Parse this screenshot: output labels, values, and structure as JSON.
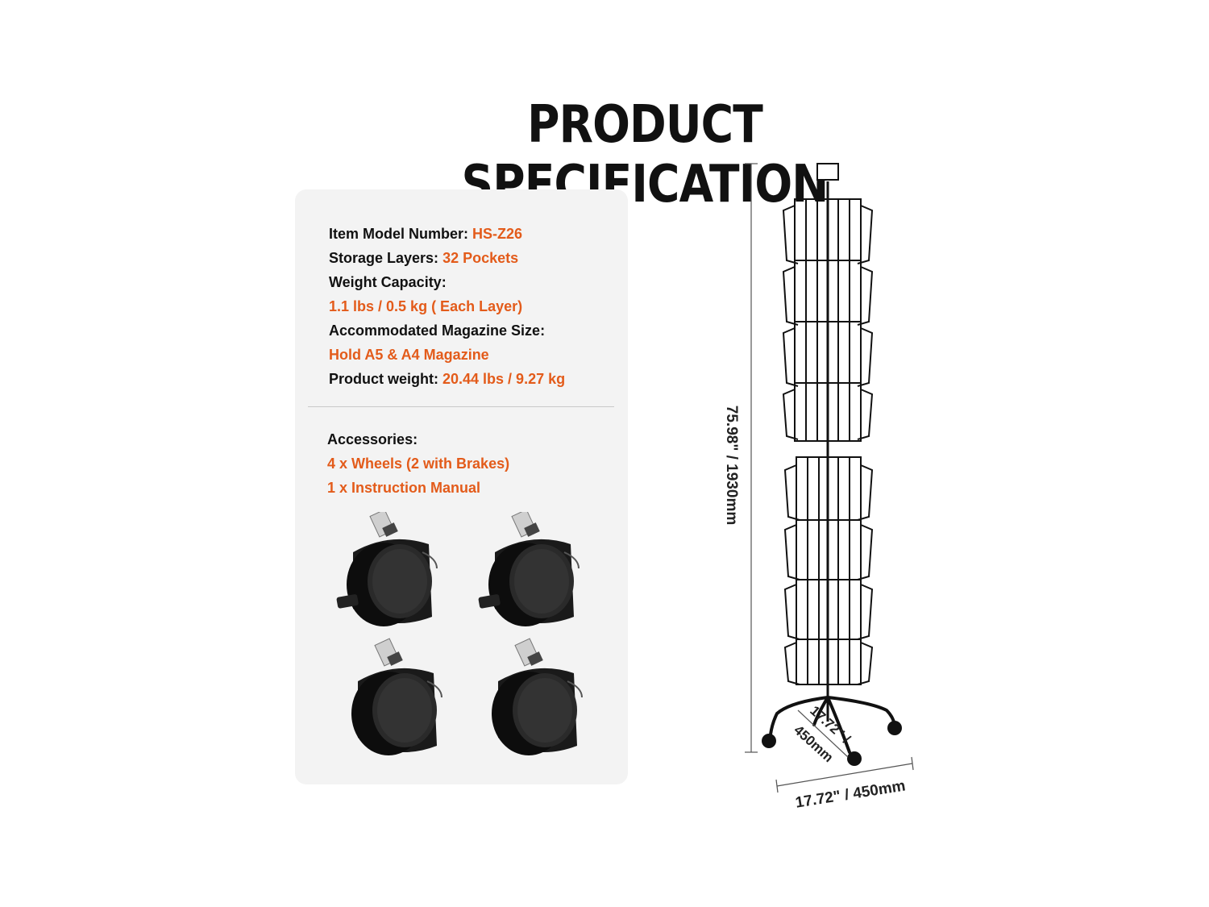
{
  "title": "PRODUCT SPECIFICATION",
  "specs": [
    {
      "label": "Item Model Number: ",
      "value": "HS-Z26"
    },
    {
      "label": "Storage Layers: ",
      "value": "32 Pockets"
    },
    {
      "label": "Weight Capacity:",
      "value": ""
    },
    {
      "label": "",
      "value": "1.1 lbs / 0.5 kg ( Each Layer)"
    },
    {
      "label": "Accommodated Magazine Size:",
      "value": ""
    },
    {
      "label": "",
      "value": "Hold A5 & A4 Magazine"
    },
    {
      "label": "Product weight: ",
      "value": "20.44 lbs / 9.27 kg"
    }
  ],
  "accessories": {
    "heading": "Accessories:",
    "items": [
      "4 x Wheels (2 with Brakes)",
      "1 x Instruction Manual"
    ]
  },
  "dimensions": {
    "height": "75.98\" / 1930mm",
    "width": "17.72\" / 450mm",
    "depth_top": "17.72\" /",
    "depth_bottom": "450mm"
  },
  "colors": {
    "accent": "#e35b1a",
    "text": "#111111",
    "card": "#f3f3f3"
  }
}
